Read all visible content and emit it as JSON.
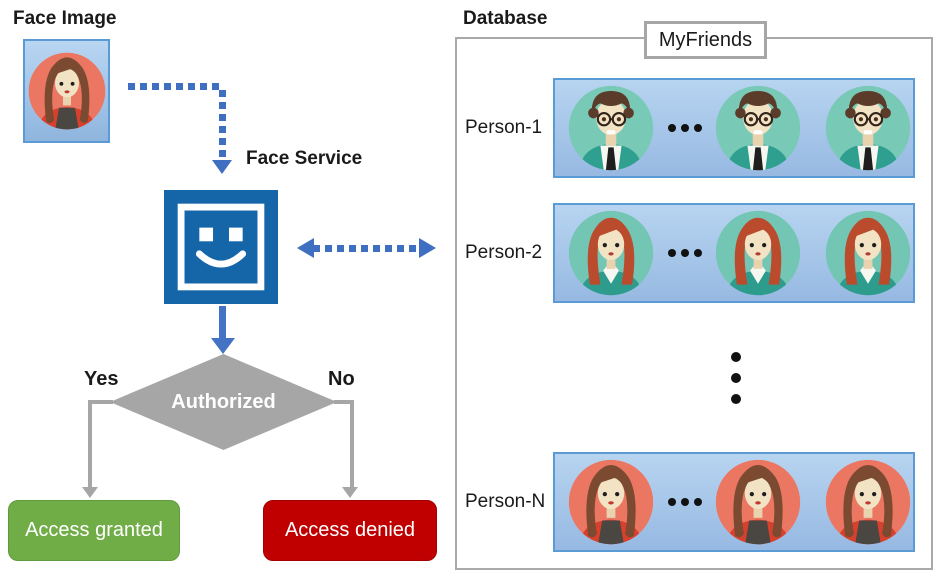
{
  "flow": {
    "face_image_label": "Face Image",
    "face_service_label": "Face Service",
    "decision_label": "Authorized",
    "yes_label": "Yes",
    "no_label": "No",
    "granted_label": "Access granted",
    "denied_label": "Access denied"
  },
  "database": {
    "title": "Database",
    "collection_name": "MyFriends",
    "rows": [
      {
        "label": "Person-1",
        "avatar": "man-glasses-avatar"
      },
      {
        "label": "Person-2",
        "avatar": "woman-redhair-avatar"
      },
      {
        "label": "Person-N",
        "avatar": "woman-brownhair-avatar"
      }
    ],
    "row_ellipsis_glyph": "...",
    "more_rows_glyph": "⋮"
  },
  "icons": {
    "face_service": "smiley-face-square-icon",
    "input_face": "woman-brownhair-avatar"
  },
  "colors": {
    "service_blue": "#1565a9",
    "connector_blue": "#3f6fc1",
    "solid_arrow_blue": "#4472c4",
    "neutral_gray": "#a6a6a6",
    "granted_green": "#70ad47",
    "denied_red": "#c00000",
    "row_fill_blue": "#accbeb",
    "row_border_blue": "#5b9bd5"
  }
}
